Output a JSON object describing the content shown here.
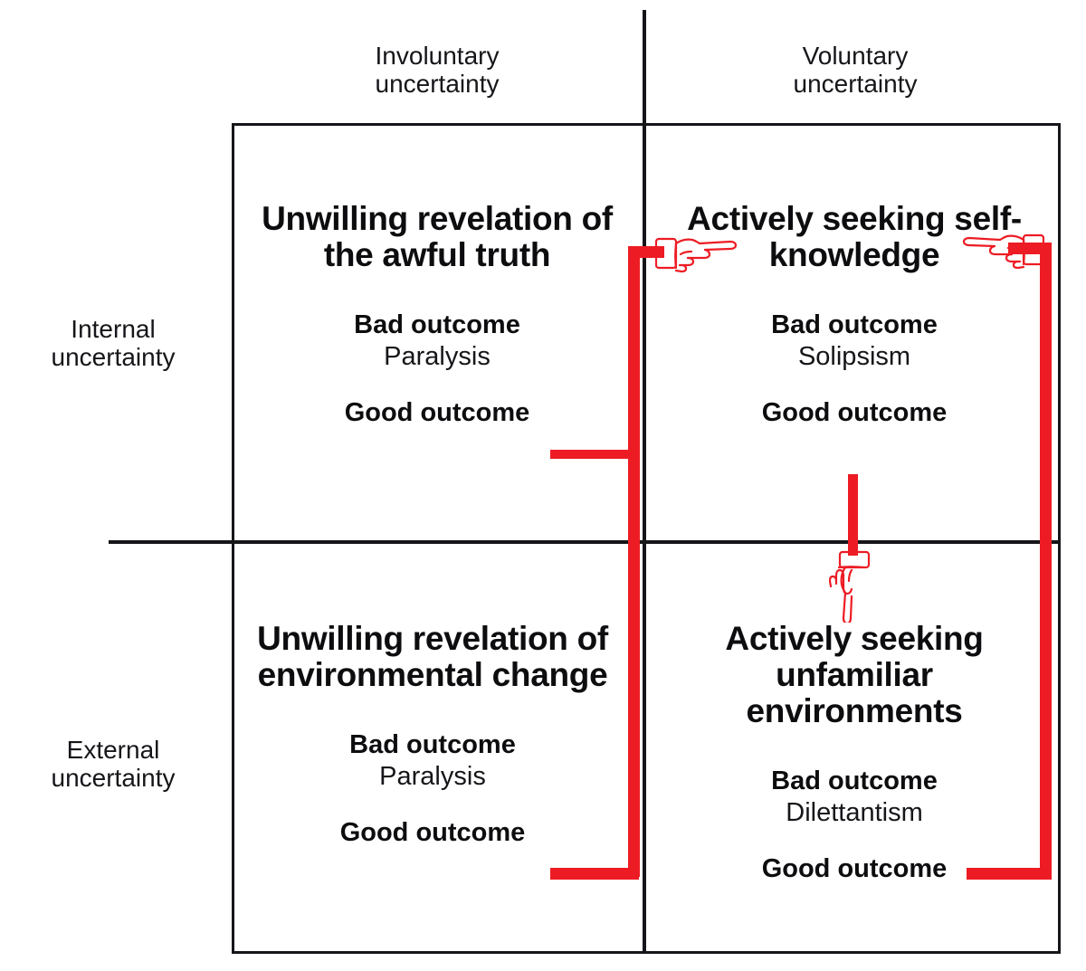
{
  "diagram": {
    "title": "Uncertainty quadrant matrix",
    "accent_color": "#ed1c24",
    "line_color": "#16161a",
    "background": "#ffffff"
  },
  "axes": {
    "top": {
      "left": "Involuntary\nuncertainty",
      "right": "Voluntary\nuncertainty"
    },
    "left": {
      "top": "Internal\nuncertainty",
      "bottom": "External\nuncertainty"
    }
  },
  "quadrants": [
    {
      "id": "internal-involuntary",
      "title": "Unwilling\nrevelation of the\nawful truth",
      "bad_label": "Bad outcome",
      "bad_value": "Paralysis",
      "good_label": "Good outcome"
    },
    {
      "id": "internal-voluntary",
      "title": "Actively\nseeking\nself-knowledge",
      "bad_label": "Bad outcome",
      "bad_value": "Solipsism",
      "good_label": "Good outcome"
    },
    {
      "id": "external-involuntary",
      "title": "Unwilling revelation\nof environmental\nchange",
      "bad_label": "Bad outcome",
      "bad_value": "Paralysis",
      "good_label": "Good outcome"
    },
    {
      "id": "external-voluntary",
      "title": "Actively\nseeking unfamiliar\nenvironments",
      "bad_label": "Bad outcome",
      "bad_value": "Dilettantism",
      "good_label": "Good outcome"
    }
  ],
  "connectors": [
    {
      "id": "left-trunk",
      "from": "internal-involuntary.good-outcome, external-involuntary.good-outcome",
      "to": "internal-voluntary",
      "pointer": "hand-pointing-right"
    },
    {
      "id": "right-trunk",
      "from": "external-voluntary.good-outcome",
      "to": "internal-voluntary",
      "pointer": "hand-pointing-left"
    },
    {
      "id": "down-link",
      "from": "internal-voluntary.good-outcome",
      "to": "external-voluntary",
      "pointer": "hand-pointing-down"
    }
  ],
  "icons": {
    "hand_right": "hand-pointing-right-icon",
    "hand_left": "hand-pointing-left-icon",
    "hand_down": "hand-pointing-down-icon"
  }
}
